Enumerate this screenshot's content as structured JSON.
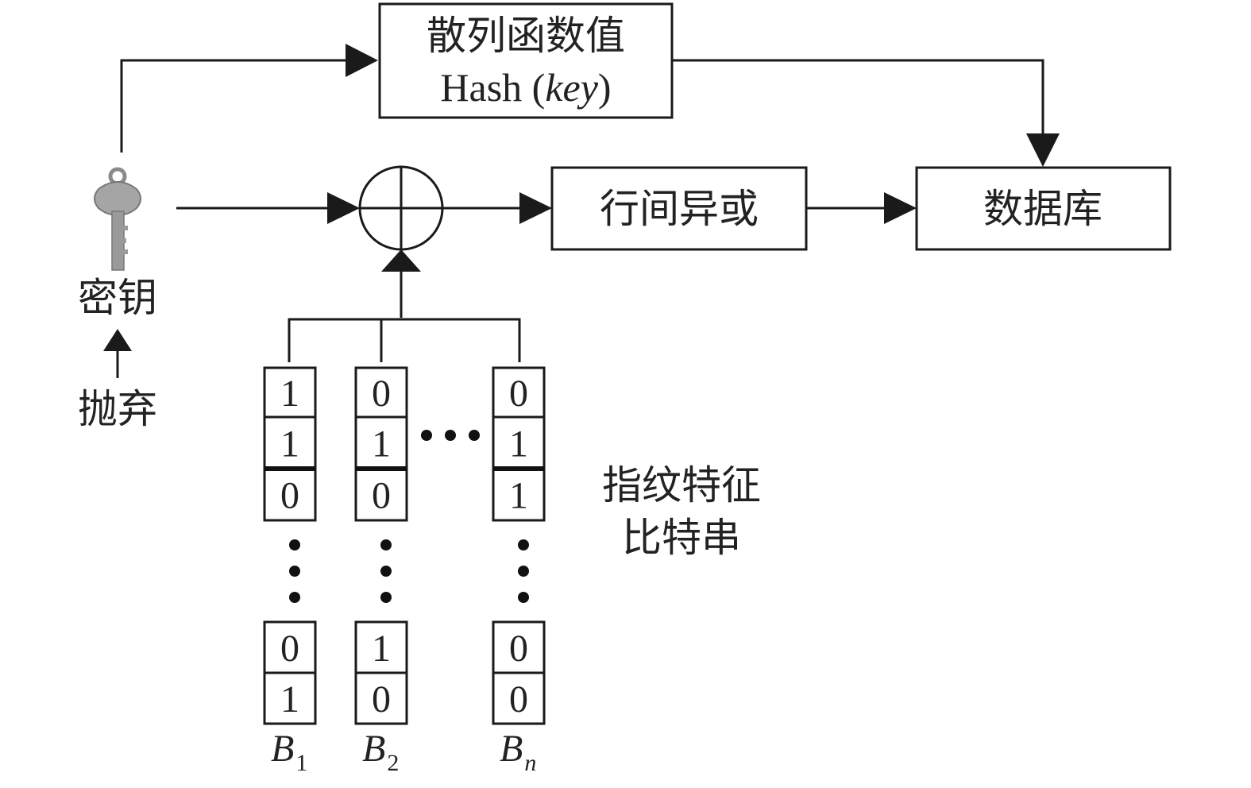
{
  "hash_box": {
    "line1": "散列函数值",
    "line2_prefix": "Hash (",
    "line2_key": "key",
    "line2_suffix": ")"
  },
  "xor_box": {
    "label": "行间异或"
  },
  "database_box": {
    "label": "数据库"
  },
  "key": {
    "label": "密钥",
    "icon": "key-icon"
  },
  "discard": {
    "label": "抛弃"
  },
  "fingerprint": {
    "line1": "指纹特征",
    "line2": "比特串"
  },
  "columns": [
    {
      "name": "B",
      "sub": "1",
      "top": [
        "1",
        "1",
        "0"
      ],
      "bottom": [
        "0",
        "1"
      ]
    },
    {
      "name": "B",
      "sub": "2",
      "top": [
        "0",
        "1",
        "0"
      ],
      "bottom": [
        "1",
        "0"
      ]
    },
    {
      "name": "B",
      "sub": "n",
      "top": [
        "0",
        "1",
        "1"
      ],
      "bottom": [
        "0",
        "0"
      ]
    }
  ],
  "xor_symbol": "xor-operator-icon"
}
